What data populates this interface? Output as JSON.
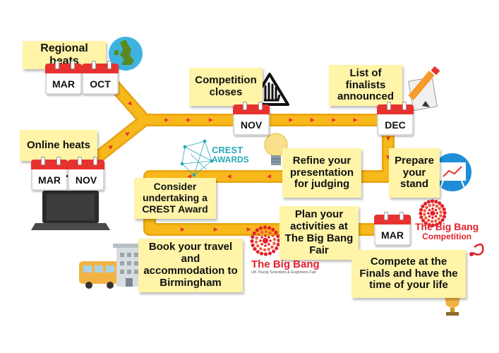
{
  "steps": {
    "regional_heats": "Regional heats",
    "online_heats": "Online heats",
    "competition_closes": "Competition closes",
    "list_of_finalists": "List of finalists announced",
    "refine_presentation": "Refine your presentation for judging",
    "prepare_stand": "Prepare your stand",
    "consider_crest": "Consider undertaking a CREST Award",
    "plan_activities": "Plan your activities at The Big Bang Fair",
    "book_travel": "Book your travel and accommodation to Birmingham",
    "compete_finals": "Compete at the Finals and have the time of your life"
  },
  "calendars": {
    "regional_start": "MAR",
    "regional_end": "OCT",
    "online_start": "MAR",
    "online_end": "NOV",
    "closes": "NOV",
    "finalists": "DEC",
    "finals": "MAR"
  },
  "logos": {
    "crest_line1": "CREST",
    "crest_line2": "AWARDS",
    "bigbang_fair": "The Big Bang",
    "bigbang_fair_sub": "UK Young Scientists & Engineers Fair",
    "bigbang_comp_line1": "The Big Bang",
    "bigbang_comp_line2": "Competition"
  },
  "colors": {
    "road": "#f6b81a",
    "road_edge": "#e9a30f",
    "arrow": "#e8322f",
    "note": "#fff4a8",
    "calendar_red": "#e8322f",
    "bigbang_red": "#e4202a",
    "crest_teal": "#2aa9b8"
  },
  "icons": [
    "uk-map-icon",
    "stop-hand-icon",
    "pencil-paper-icon",
    "lightbulb-icon",
    "presentation-board-icon",
    "laptop-icon",
    "bus-icon",
    "building-icon",
    "trophy-icon"
  ]
}
